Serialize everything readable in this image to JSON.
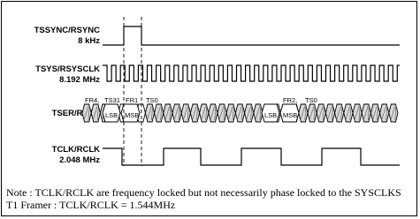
{
  "signals": {
    "tssync": {
      "name": "TSSYNC/RSYNC",
      "freq": "8 kHz"
    },
    "tsys": {
      "name": "TSYS/RSYSCLK",
      "freq": "8.192 MHz"
    },
    "tser": {
      "name": "TSER/RSER"
    },
    "tclk": {
      "name": "TCLK/RCLK",
      "freq": "2.048 MHz"
    }
  },
  "annotations": {
    "fr4": "FR4,",
    "ts31": "TS31",
    "fr1": "FR1",
    "ts0_a": "TS0",
    "lsb_a": "LSB",
    "msb_a": "MSB",
    "fr2": "FR2,",
    "ts0_b": "TS0",
    "lsb_b": "LSB",
    "msb_b": "MSB"
  },
  "notes": {
    "line1": "Note : TCLK/RCLK are frequency locked but not necessarily phase locked to the SYSCLKS",
    "line2": "T1 Framer : TCLK/RCLK = 1.544MHz"
  }
}
